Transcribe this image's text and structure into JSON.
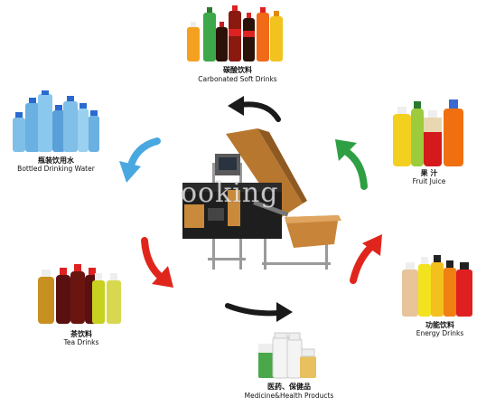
{
  "watermark": "ooking",
  "products": [
    {
      "id": "carbonated",
      "cn": "碳酸饮料",
      "en": "Carbonated Soft Drinks"
    },
    {
      "id": "fruit",
      "cn": "果  汁",
      "en": "Fruit Juice"
    },
    {
      "id": "energy",
      "cn": "功能饮料",
      "en": "Energy Drinks"
    },
    {
      "id": "medicine",
      "cn": "医药、保健品",
      "en": "Medicine&Health Products"
    },
    {
      "id": "tea",
      "cn": "茶饮料",
      "en": "Tea Drinks"
    },
    {
      "id": "water",
      "cn": "瓶装饮用水",
      "en": "Bottled Drinking Water"
    }
  ],
  "arrow_colors": {
    "black": "#1a1a1a",
    "green": "#2ea043",
    "red": "#e0261c",
    "blue": "#4aa8e0"
  }
}
